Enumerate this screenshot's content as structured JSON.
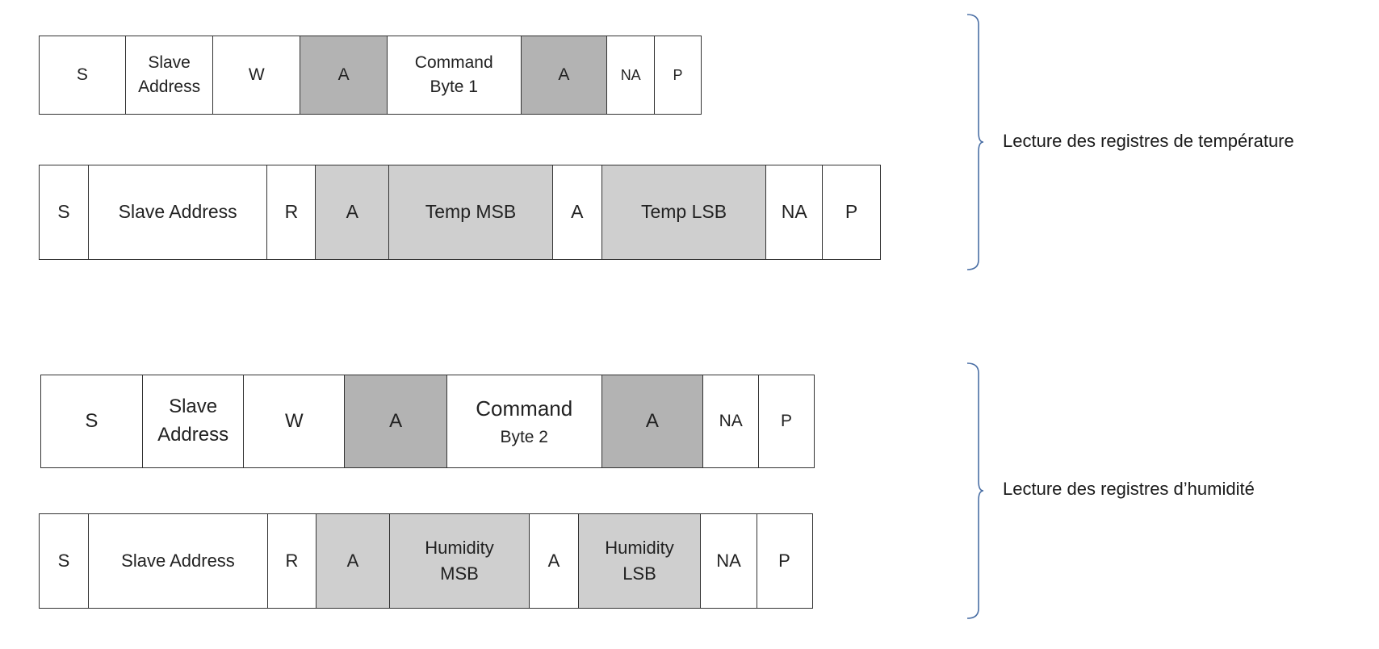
{
  "groups": [
    {
      "label": "Lecture des registres de température",
      "frames": [
        {
          "cells": [
            {
              "text": "S",
              "shade": "white"
            },
            {
              "text": "Slave\nAddress",
              "shade": "white"
            },
            {
              "text": "W",
              "shade": "white"
            },
            {
              "text": "A",
              "shade": "dark"
            },
            {
              "text": "Command\nByte 1",
              "shade": "white"
            },
            {
              "text": "A",
              "shade": "dark"
            },
            {
              "text": "NA",
              "shade": "white"
            },
            {
              "text": "P",
              "shade": "white"
            }
          ]
        },
        {
          "cells": [
            {
              "text": "S",
              "shade": "white"
            },
            {
              "text": "Slave Address",
              "shade": "white"
            },
            {
              "text": "R",
              "shade": "white"
            },
            {
              "text": "A",
              "shade": "light"
            },
            {
              "text": "Temp MSB",
              "shade": "light"
            },
            {
              "text": "A",
              "shade": "white"
            },
            {
              "text": "Temp LSB",
              "shade": "light"
            },
            {
              "text": "NA",
              "shade": "white"
            },
            {
              "text": "P",
              "shade": "white"
            }
          ]
        }
      ]
    },
    {
      "label": "Lecture des registres d’humidité",
      "frames": [
        {
          "cells": [
            {
              "text": "S",
              "shade": "white"
            },
            {
              "text": "Slave\nAddress",
              "shade": "white"
            },
            {
              "text": "W",
              "shade": "white"
            },
            {
              "text": "A",
              "shade": "dark"
            },
            {
              "text": "Command",
              "sub": "Byte 2",
              "shade": "white"
            },
            {
              "text": "A",
              "shade": "dark"
            },
            {
              "text": "NA",
              "shade": "white"
            },
            {
              "text": "P",
              "shade": "white"
            }
          ]
        },
        {
          "cells": [
            {
              "text": "S",
              "shade": "white"
            },
            {
              "text": "Slave Address",
              "shade": "white"
            },
            {
              "text": "R",
              "shade": "white"
            },
            {
              "text": "A",
              "shade": "light"
            },
            {
              "text": "Humidity\nMSB",
              "shade": "light"
            },
            {
              "text": "A",
              "shade": "white"
            },
            {
              "text": "Humidity\nLSB",
              "shade": "light"
            },
            {
              "text": "NA",
              "shade": "white"
            },
            {
              "text": "P",
              "shade": "white"
            }
          ]
        }
      ]
    }
  ],
  "colors": {
    "ack_dark": "#b3b3b3",
    "data_light": "#cfcfcf",
    "brace": "#4a6fa5",
    "border": "#333333"
  }
}
